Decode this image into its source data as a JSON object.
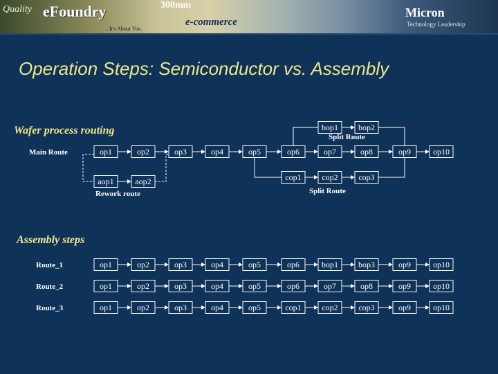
{
  "banner": {
    "texts": [
      "Quality",
      "eFoundry",
      "300mm",
      "e-commerce",
      "...It's About You.",
      "Micron",
      "Technology Leadership"
    ]
  },
  "title": "Operation Steps: Semiconductor vs. Assembly",
  "wafer": {
    "heading": "Wafer process routing",
    "main_route_label": "Main Route",
    "main_ops": [
      "op1",
      "op2",
      "op3",
      "op4",
      "op5",
      "op6",
      "op7",
      "op8",
      "op9",
      "op10"
    ],
    "split_top_ops": [
      "bop1",
      "bop2"
    ],
    "split_top_label": "Split Route",
    "split_bottom_ops": [
      "cop1",
      "cop2",
      "cop3"
    ],
    "split_bottom_label": "Split Route",
    "rework_ops": [
      "aop1",
      "aop2"
    ],
    "rework_label": "Rework route"
  },
  "assembly": {
    "heading": "Assembly steps",
    "routes": [
      {
        "label": "Route_1",
        "ops": [
          "op1",
          "op2",
          "op3",
          "op4",
          "op5",
          "op6",
          "bop1",
          "bop3",
          "op9",
          "op10"
        ]
      },
      {
        "label": "Route_2",
        "ops": [
          "op1",
          "op2",
          "op3",
          "op4",
          "op5",
          "op6",
          "op7",
          "op8",
          "op9",
          "op10"
        ]
      },
      {
        "label": "Route_3",
        "ops": [
          "op1",
          "op2",
          "op3",
          "op4",
          "op5",
          "cop1",
          "cop2",
          "cop3",
          "op9",
          "op10"
        ]
      }
    ]
  }
}
